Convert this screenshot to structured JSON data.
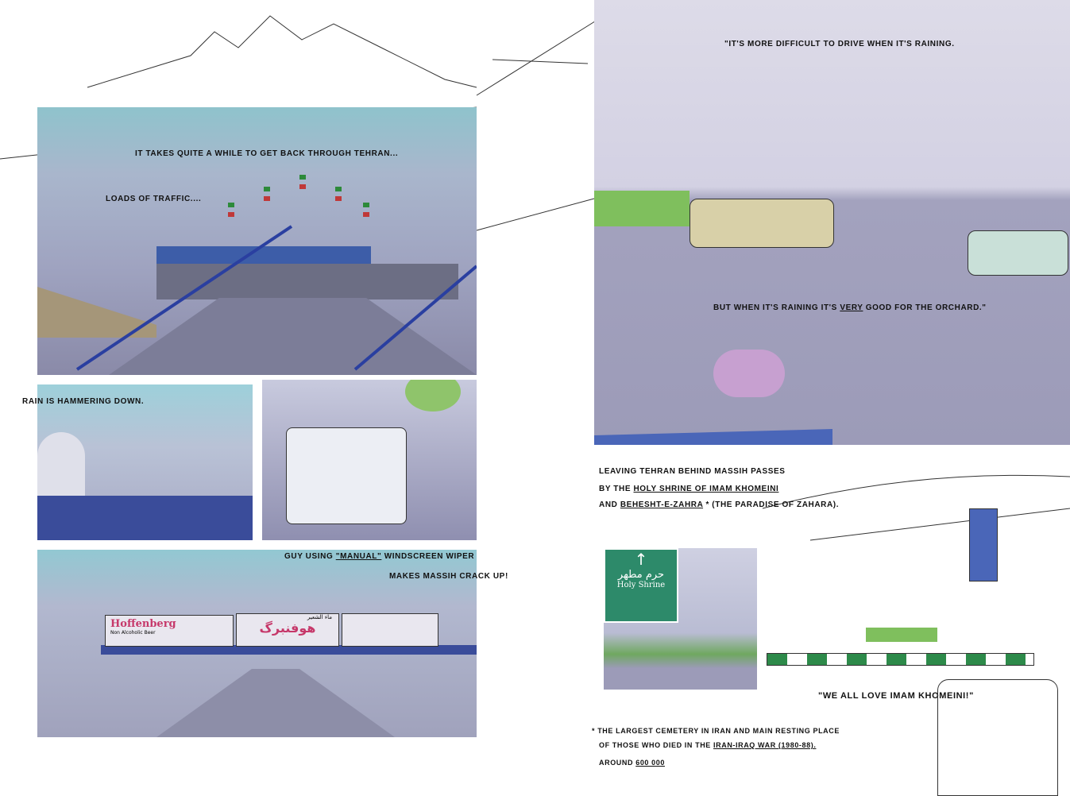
{
  "left_page": {
    "captions": {
      "takes_a_while": "It takes quite a while to get back through Tehran...",
      "traffic": "Loads of traffic....",
      "rain": "Rain is hammering down.",
      "manual_wiper_1": "Guy using",
      "manual_wiper_word": "\"manual\"",
      "manual_wiper_2": "windscreen wiper",
      "manual_wiper_3": "makes Massih crack up!"
    },
    "billboards": {
      "brand": "Hoffenberg",
      "sub": "Non Alcoholic Beer",
      "persian_small": "ماء الشعير",
      "persian_large": "هوفنبرگ"
    }
  },
  "right_page": {
    "captions": {
      "quote_1": "\"It's more difficult to drive when it's raining.",
      "quote_2a": "But when it's raining it's",
      "quote_2b": "very",
      "quote_2c": "good for the orchard.\"",
      "leaving_1": "Leaving Tehran behind Massih passes",
      "leaving_2a": "by the",
      "leaving_2b": "Holy Shrine of Imam Khomeini",
      "leaving_3a": "and",
      "leaving_3b": "Behesht-e-Zahra",
      "leaving_3c": "* (the paradise of Zahara).",
      "we_all_love": "\"We all love Imam Khomeini!\"",
      "footnote_1": "* The largest cemetery in Iran and main resting place",
      "footnote_2a": "of those who died in the",
      "footnote_2b": "Iran-Iraq war (1980-88).",
      "footnote_3a": "Around",
      "footnote_3b": "600 000"
    },
    "road_sign": {
      "persian": "حرم مطهر",
      "english": "Holy Shrine"
    }
  }
}
